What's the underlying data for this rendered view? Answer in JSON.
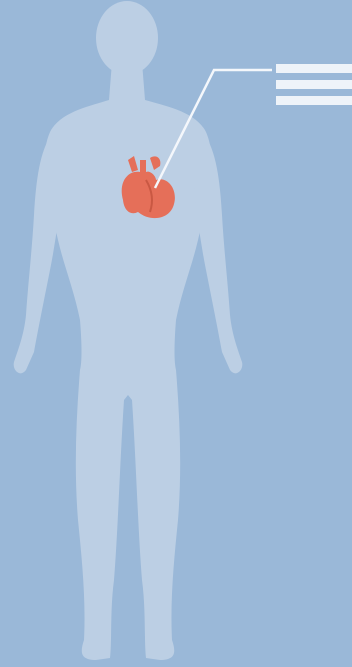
{
  "colors": {
    "background": "#9ab8d8",
    "body_silhouette": "#bccfe4",
    "heart": "#e56f59",
    "heart_shadow": "#c95843",
    "leader_line": "#f4f7fb",
    "label_bars": "#eef3f9"
  },
  "figure": {
    "subject": "human-body-silhouette",
    "highlighted_organ": "heart"
  },
  "callout": {
    "placeholder_lines": 3
  }
}
